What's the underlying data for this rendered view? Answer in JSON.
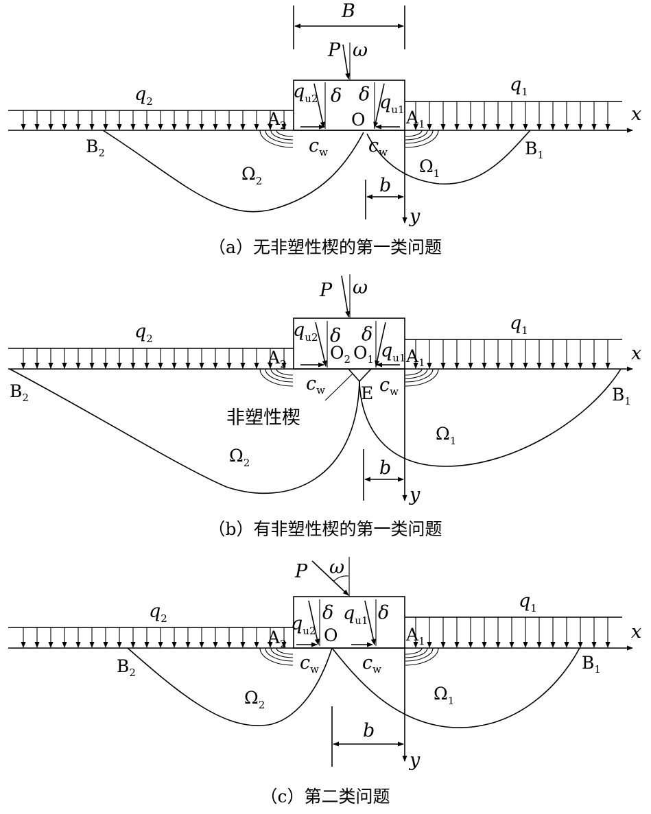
{
  "labels": {
    "B": "B",
    "P": "P",
    "omega": "ω",
    "q": "q",
    "one": "1",
    "two": "2",
    "u1": "u1",
    "u2": "u2",
    "delta": "δ",
    "O": "O",
    "A": "A",
    "c": "c",
    "w": "w",
    "Omega": "Ω",
    "b": "b",
    "x": "x",
    "y": "y",
    "E": "E"
  },
  "panels": [
    {
      "caption": "（a）无非塑性楔的第一类问题"
    },
    {
      "caption": "（b）有非塑性楔的第一类问题",
      "wedge_label": "非塑性楔"
    },
    {
      "caption": "（c）第二类问题"
    }
  ]
}
